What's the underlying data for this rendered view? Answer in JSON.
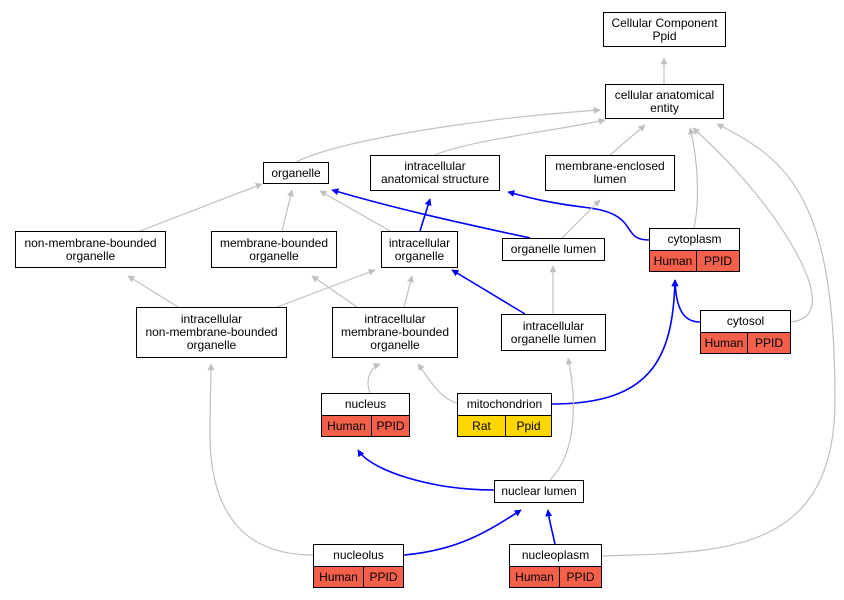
{
  "colors": {
    "edge_gray": "#c0c0c0",
    "edge_blue": "#0000ff",
    "human_tag": "#f4604a",
    "rat_tag": "#ffd700",
    "box_border": "#000000",
    "background": "#ffffff"
  },
  "nodes": {
    "root": "Cellular Component\nPpid",
    "entity": "cellular anatomical\nentity",
    "organelle": "organelle",
    "ias": "intracellular\nanatomical structure",
    "mel": "membrane-enclosed\nlumen",
    "cytoplasm": "cytoplasm",
    "nmbo": "non-membrane-bounded\norganelle",
    "mbo": "membrane-bounded\norganelle",
    "io": "intracellular\norganelle",
    "ol": "organelle lumen",
    "inmbo": "intracellular\nnon-membrane-bounded\norganelle",
    "imbo": "intracellular\nmembrane-bounded\norganelle",
    "iol": "intracellular\norganelle lumen",
    "cytosol": "cytosol",
    "nucleus": "nucleus",
    "mito": "mitochondrion",
    "nuclum": "nuclear lumen",
    "nucleolus": "nucleolus",
    "nucleoplasm": "nucleoplasm"
  },
  "tags": {
    "cytoplasm": [
      "Human",
      "PPID"
    ],
    "cytosol": [
      "Human",
      "PPID"
    ],
    "nucleus": [
      "Human",
      "PPID"
    ],
    "mito": [
      "Rat",
      "Ppid"
    ],
    "nucleolus": [
      "Human",
      "PPID"
    ],
    "nucleoplasm": [
      "Human",
      "PPID"
    ]
  },
  "edges": [
    {
      "from": "entity",
      "to": "root",
      "color": "gray"
    },
    {
      "from": "organelle",
      "to": "entity",
      "color": "gray"
    },
    {
      "from": "ias",
      "to": "entity",
      "color": "gray"
    },
    {
      "from": "mel",
      "to": "entity",
      "color": "gray"
    },
    {
      "from": "cytoplasm",
      "to": "entity",
      "color": "gray"
    },
    {
      "from": "cytosol",
      "to": "entity",
      "color": "gray"
    },
    {
      "from": "nucleoplasm",
      "to": "entity",
      "color": "gray"
    },
    {
      "from": "nmbo",
      "to": "organelle",
      "color": "gray"
    },
    {
      "from": "mbo",
      "to": "organelle",
      "color": "gray"
    },
    {
      "from": "io",
      "to": "organelle",
      "color": "gray"
    },
    {
      "from": "ol",
      "to": "organelle",
      "color": "blue"
    },
    {
      "from": "io",
      "to": "ias",
      "color": "blue"
    },
    {
      "from": "cytoplasm",
      "to": "ias",
      "color": "blue"
    },
    {
      "from": "ol",
      "to": "mel",
      "color": "gray"
    },
    {
      "from": "inmbo",
      "to": "nmbo",
      "color": "gray"
    },
    {
      "from": "inmbo",
      "to": "io",
      "color": "gray"
    },
    {
      "from": "imbo",
      "to": "mbo",
      "color": "gray"
    },
    {
      "from": "imbo",
      "to": "io",
      "color": "gray"
    },
    {
      "from": "iol",
      "to": "io",
      "color": "blue"
    },
    {
      "from": "iol",
      "to": "ol",
      "color": "gray"
    },
    {
      "from": "cytosol",
      "to": "cytoplasm",
      "color": "blue"
    },
    {
      "from": "mito",
      "to": "cytoplasm",
      "color": "blue"
    },
    {
      "from": "nucleus",
      "to": "imbo",
      "color": "gray"
    },
    {
      "from": "mito",
      "to": "imbo",
      "color": "gray"
    },
    {
      "from": "nuclum",
      "to": "iol",
      "color": "gray"
    },
    {
      "from": "nuclum",
      "to": "nucleus",
      "color": "blue"
    },
    {
      "from": "nucleolus",
      "to": "inmbo",
      "color": "gray"
    },
    {
      "from": "nucleolus",
      "to": "nuclum",
      "color": "blue"
    },
    {
      "from": "nucleoplasm",
      "to": "nuclum",
      "color": "blue"
    }
  ]
}
